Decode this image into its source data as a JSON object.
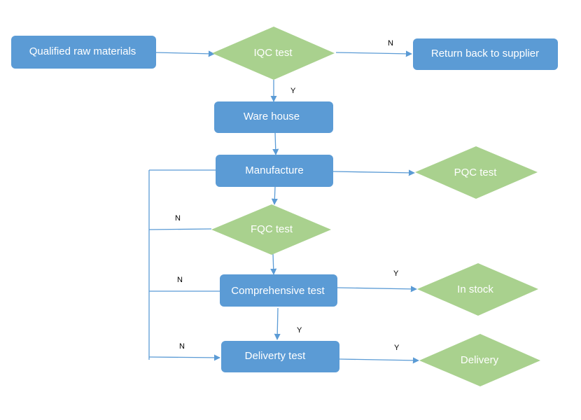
{
  "colors": {
    "process_fill": "#5b9bd5",
    "decision_fill": "#a9d18e",
    "connector": "#5b9bd5",
    "node_text": "#ffffff",
    "branch_label_text": "#000000"
  },
  "nodes": {
    "raw_materials": "Qualified raw materials",
    "iqc_test": "IQC test",
    "return_supplier": "Return back to supplier",
    "ware_house": "Ware house",
    "manufacture": "Manufacture",
    "pqc_test": "PQC test",
    "fqc_test": "FQC test",
    "comprehensive_test": "Comprehensive test",
    "in_stock": "In stock",
    "delivery_test": "Deliverty test",
    "delivery": "Delivery"
  },
  "branch_labels": {
    "iqc_no": "N",
    "iqc_yes": "Y",
    "fqc_no": "N",
    "comprehensive_no": "N",
    "comprehensive_yes_stock": "Y",
    "comprehensive_yes_down": "Y",
    "delivery_no": "N",
    "delivery_yes": "Y"
  }
}
